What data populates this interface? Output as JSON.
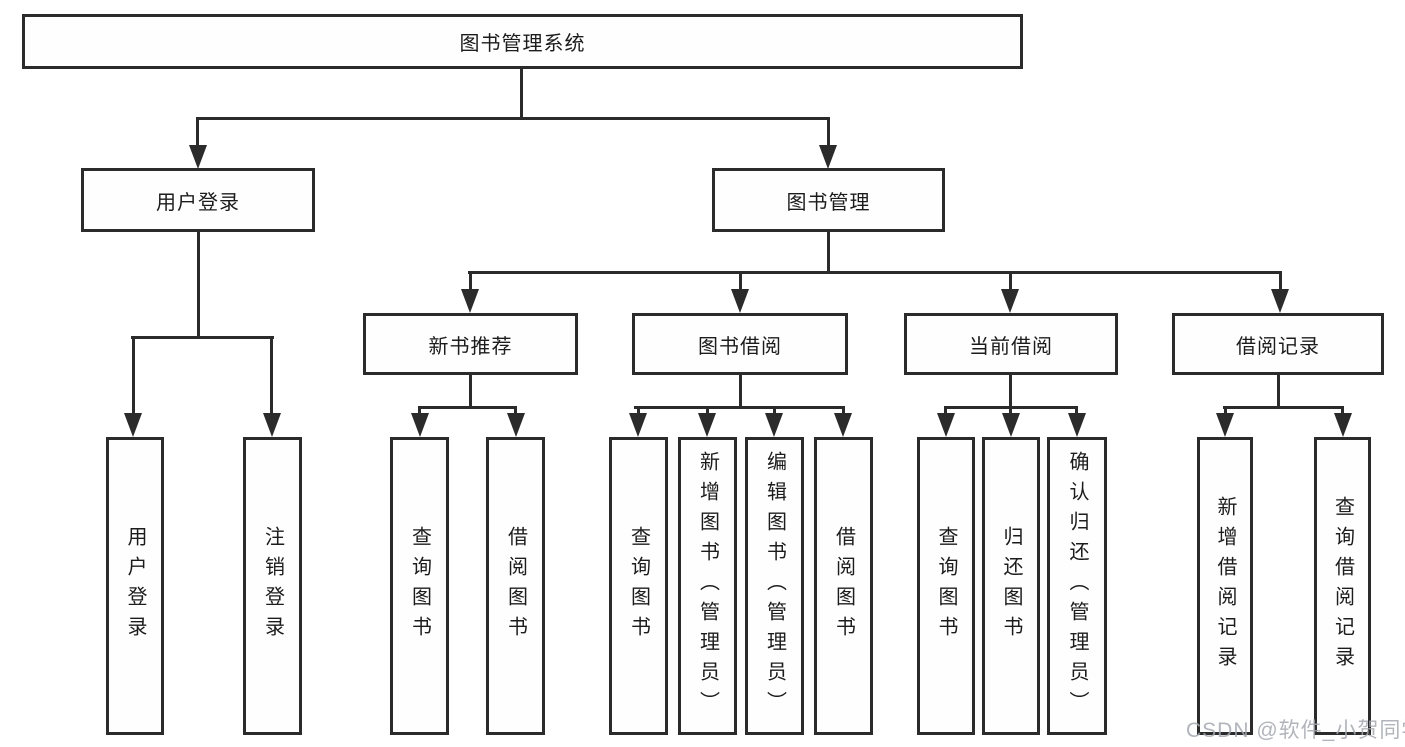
{
  "diagram_title": "图书管理系统",
  "colors": {
    "line": "#2b2b2b",
    "box_background": "#fefefe",
    "text": "#1c1c1c",
    "watermark": "#a4a9b0"
  },
  "tree": {
    "root": {
      "label": "图书管理系统"
    },
    "branches": [
      {
        "label": "用户登录",
        "children": [
          {
            "label": "用户登录"
          },
          {
            "label": "注销登录"
          }
        ]
      },
      {
        "label": "图书管理",
        "children": [
          {
            "label": "新书推荐",
            "children": [
              {
                "label": "查询图书"
              },
              {
                "label": "借阅图书"
              }
            ]
          },
          {
            "label": "图书借阅",
            "children": [
              {
                "label": "查询图书"
              },
              {
                "label": "新增图书（管理员）"
              },
              {
                "label": "编辑图书（管理员）"
              },
              {
                "label": "借阅图书"
              }
            ]
          },
          {
            "label": "当前借阅",
            "children": [
              {
                "label": "查询图书"
              },
              {
                "label": "归还图书"
              },
              {
                "label": "确认归还（管理员）"
              }
            ]
          },
          {
            "label": "借阅记录",
            "children": [
              {
                "label": "新增借阅记录"
              },
              {
                "label": "查询借阅记录"
              }
            ]
          }
        ]
      }
    ]
  },
  "watermark": {
    "text": "CSDN @软件_小贺同学"
  }
}
